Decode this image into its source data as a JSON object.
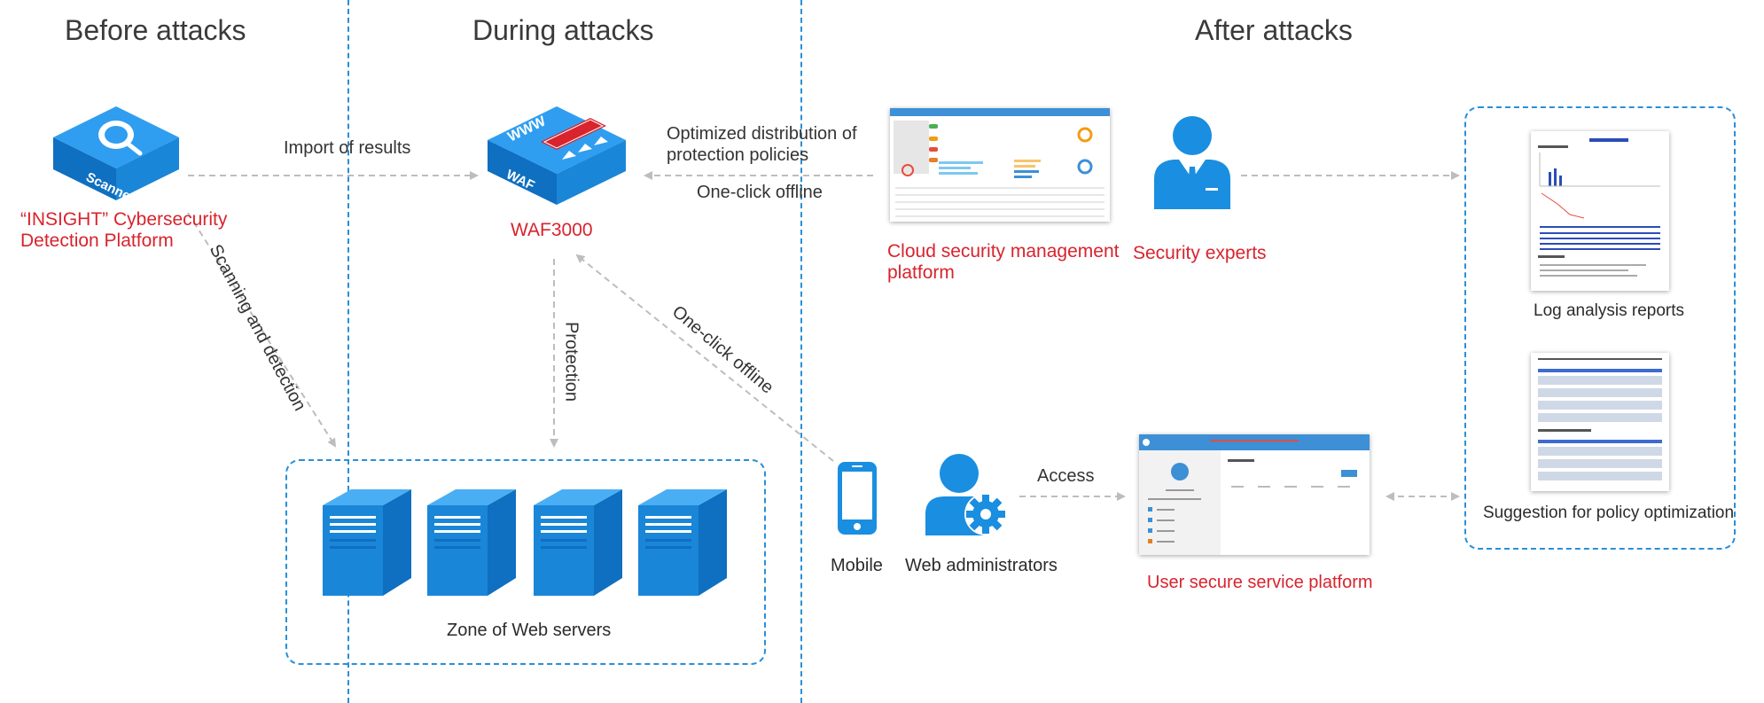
{
  "phases": {
    "before": "Before attacks",
    "during": "During attacks",
    "after": "After attacks"
  },
  "scanner": {
    "box_label": "Scanner",
    "name_line1": "“INSIGHT”   Cybersecurity",
    "name_line2": "Detection Platform"
  },
  "waf": {
    "box_label": "WAF",
    "www": "WWW",
    "name": "WAF3000"
  },
  "edges": {
    "import_results": "Import of results",
    "optimized_line1": "Optimized distribution of",
    "optimized_line2": "protection policies",
    "one_click_offline_top": "One-click offline",
    "one_click_offline_diag": "One-click offline",
    "scanning": "Scanning and detection",
    "protection": "Protection",
    "access": "Access"
  },
  "cloud_platform": {
    "line1": "Cloud security management",
    "line2": "platform"
  },
  "security_experts": "Security experts",
  "zone_servers": "Zone of Web servers",
  "mobile": "Mobile",
  "web_admins": "Web administrators",
  "user_platform": "User secure service platform",
  "log_reports": "Log analysis reports",
  "policy_suggestion": "Suggestion for policy optimization",
  "colors": {
    "accent_blue": "#1a8ee0",
    "red_text": "#d9232d",
    "arrow_gray": "#bdbdbd",
    "dashed_blue": "#2a8fd8"
  }
}
